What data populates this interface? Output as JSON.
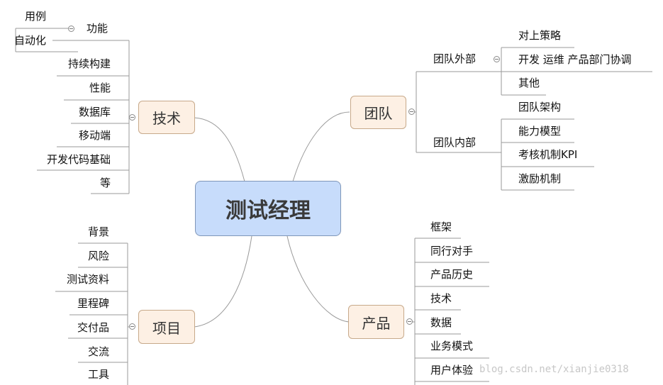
{
  "root": "测试经理",
  "technology": {
    "label": "技术",
    "feature": {
      "label": "功能",
      "children": [
        "用例",
        "自动化"
      ]
    },
    "children": [
      "持续构建",
      "性能",
      "数据库",
      "移动端",
      "开发代码基础",
      "等"
    ]
  },
  "project": {
    "label": "项目",
    "children": [
      "背景",
      "风险",
      "测试资料",
      "里程碑",
      "交付品",
      "交流",
      "工具"
    ]
  },
  "team": {
    "label": "团队",
    "external": {
      "label": "团队外部",
      "children": [
        "对上策略",
        "开发 运维 产品部门协调",
        "其他"
      ]
    },
    "internal": {
      "label": "团队内部",
      "children": [
        "团队架构",
        "能力模型",
        "考核机制KPI",
        "激励机制"
      ]
    }
  },
  "product": {
    "label": "产品",
    "children": [
      "框架",
      "同行对手",
      "产品历史",
      "技术",
      "数据",
      "业务模式",
      "用户体验"
    ]
  },
  "watermark": "blog.csdn.net/xianjie0318"
}
